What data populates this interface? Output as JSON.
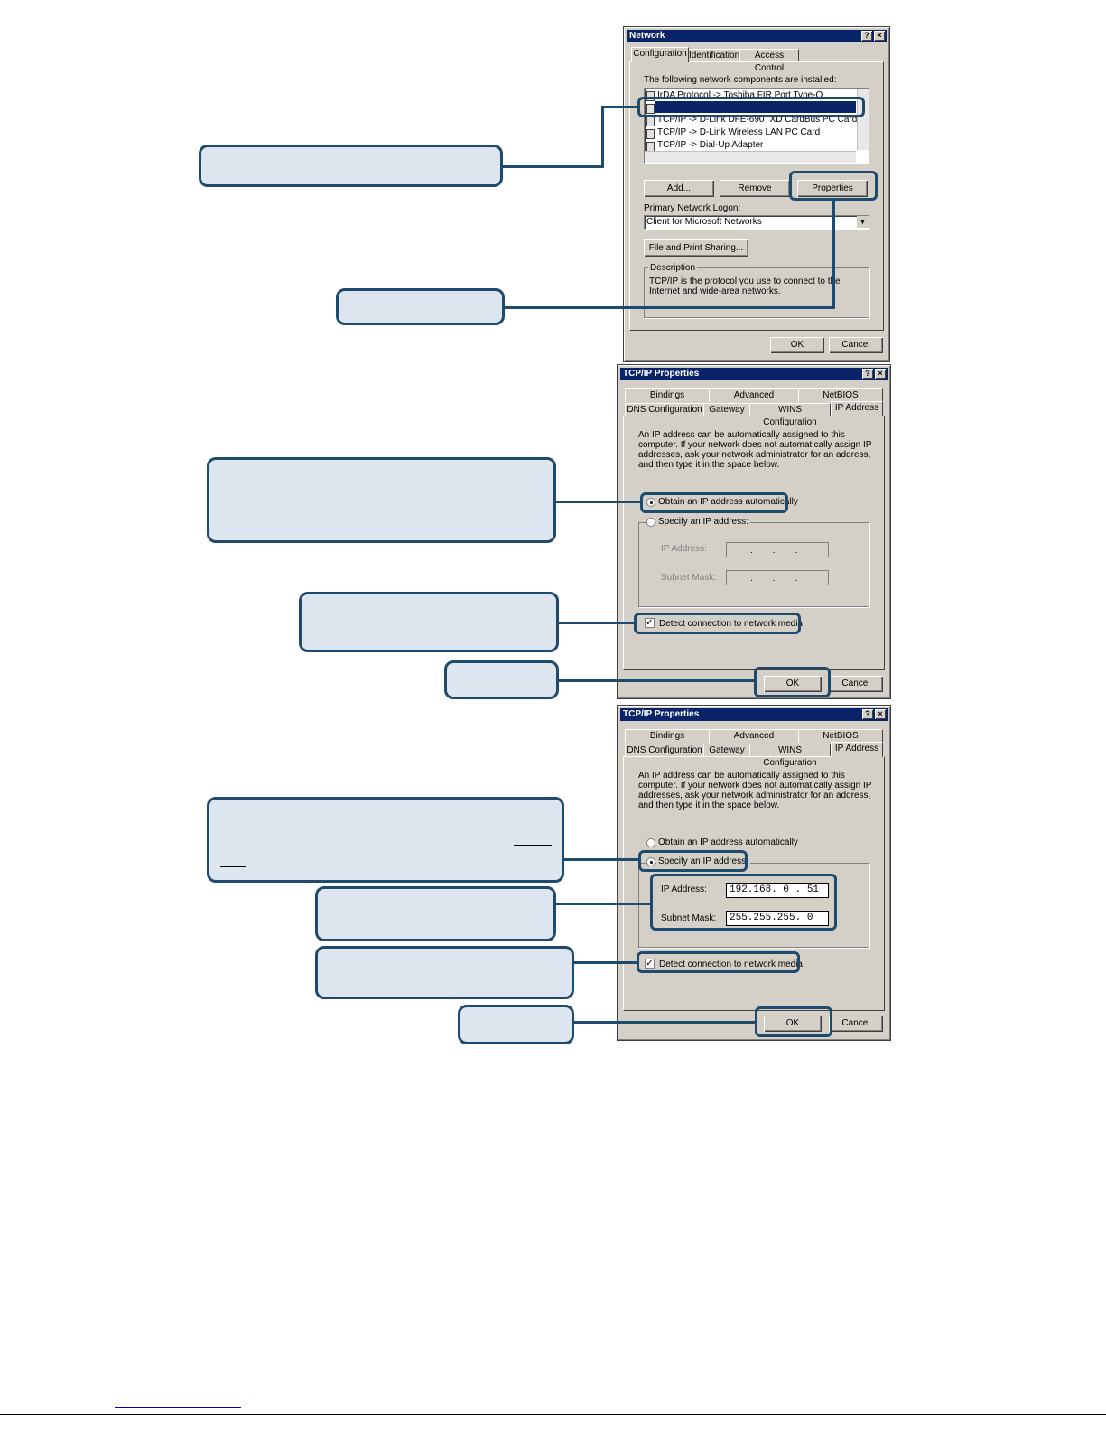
{
  "network_dialog": {
    "title": "Network",
    "help": "?",
    "close": "×",
    "tabs": [
      "Configuration",
      "Identification",
      "Access Control"
    ],
    "components_label": "The following network components are installed:",
    "components": [
      "IrDA Protocol -> Toshiba FIR Port Type-O",
      "",
      "TCP/IP -> D-Link DFE-690TXD CardBus PC Card",
      "TCP/IP -> D-Link Wireless LAN PC Card",
      "TCP/IP -> Dial-Up Adapter"
    ],
    "add_label": "Add...",
    "remove_label": "Remove",
    "properties_label": "Properties",
    "logon_label": "Primary Network Logon:",
    "logon_value": "Client for Microsoft Networks",
    "file_print_label": "File and Print Sharing...",
    "description_label": "Description",
    "description_text": "TCP/IP is the protocol you use to connect to the Internet and wide-area networks.",
    "ok_label": "OK",
    "cancel_label": "Cancel"
  },
  "tcpip_dialog_1": {
    "title": "TCP/IP Properties",
    "tabs_row1": [
      "Bindings",
      "Advanced",
      "NetBIOS"
    ],
    "tabs_row2": [
      "DNS Configuration",
      "Gateway",
      "WINS Configuration",
      "IP Address"
    ],
    "intro": "An IP address can be automatically assigned to this computer. If your network does not automatically assign IP addresses, ask your network administrator for an address, and then type it in the space below.",
    "obtain_label": "Obtain an IP address automatically",
    "specify_label": "Specify an IP address:",
    "ip_label": "IP Address:",
    "mask_label": "Subnet Mask:",
    "detect_label": "Detect connection to network media",
    "ok_label": "OK",
    "cancel_label": "Cancel"
  },
  "tcpip_dialog_2": {
    "title": "TCP/IP Properties",
    "tabs_row1": [
      "Bindings",
      "Advanced",
      "NetBIOS"
    ],
    "tabs_row2": [
      "DNS Configuration",
      "Gateway",
      "WINS Configuration",
      "IP Address"
    ],
    "intro": "An IP address can be automatically assigned to this computer. If your network does not automatically assign IP addresses, ask your network administrator for an address, and then type it in the space below.",
    "obtain_label": "Obtain an IP address automatically",
    "specify_label": "Specify an IP address:",
    "ip_label": "IP Address:",
    "mask_label": "Subnet Mask:",
    "ip_value": "192.168. 0 . 51",
    "mask_value": "255.255.255. 0",
    "detect_label": "Detect connection to network media",
    "ok_label": "OK",
    "cancel_label": "Cancel"
  },
  "colors": {
    "callout_border": "#1e4a6d",
    "callout_fill": "#dde5ee",
    "titlebar": "#0a246a",
    "dialog": "#d4d0c8"
  }
}
